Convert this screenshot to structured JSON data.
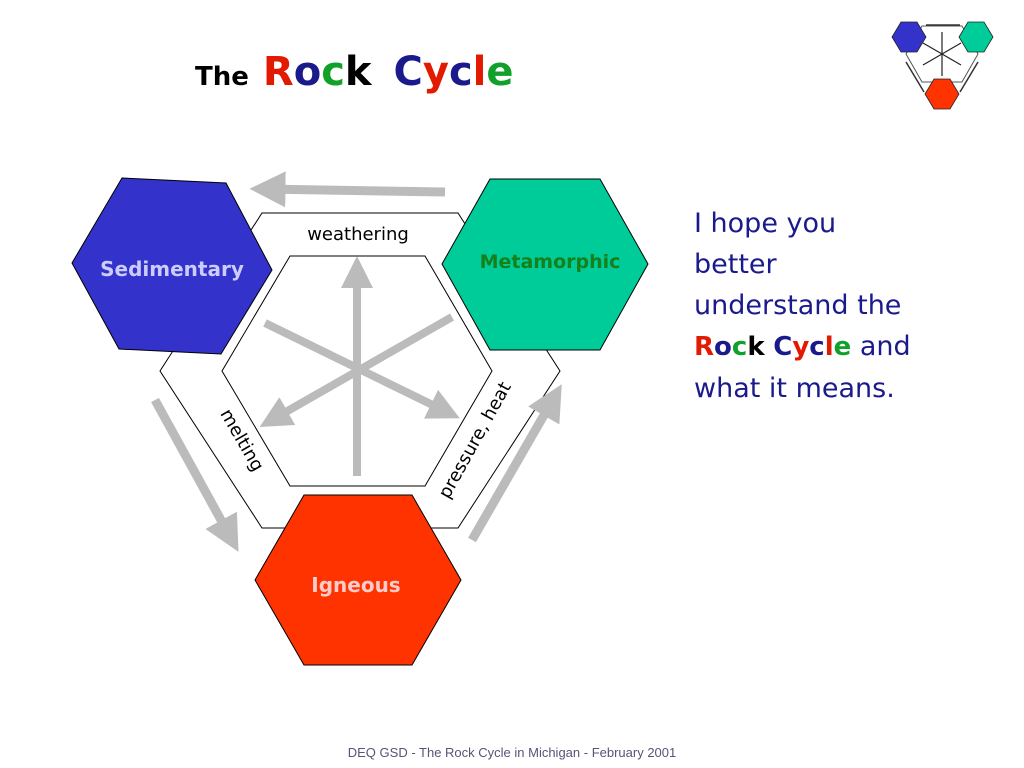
{
  "title": {
    "prefix": "The",
    "word1": [
      "R",
      "o",
      "c",
      "k"
    ],
    "word2": [
      "C",
      "y",
      "c",
      "l",
      "e"
    ]
  },
  "colors": {
    "sedimentary": "#3333cc",
    "metamorphic": "#00cc99",
    "igneous": "#ff3300",
    "arrow": "#bbbbbb",
    "title_red": "#e21b00",
    "title_navy": "#1a1a8c",
    "title_green": "#11a02a"
  },
  "rocks": {
    "sedimentary": "Sedimentary",
    "metamorphic": "Metamorphic",
    "igneous": "Igneous"
  },
  "processes": {
    "weathering": "weathering",
    "melting": "melting",
    "pressure_heat": "pressure, heat"
  },
  "message": {
    "line1": "I hope you",
    "line2": "better",
    "line3": "understand the",
    "rock_cycle": [
      "R",
      "o",
      "c",
      "k",
      "C",
      "y",
      "c",
      "l",
      "e"
    ],
    "and": "and",
    "line5": "what it means."
  },
  "footer": "DEQ GSD - The Rock Cycle in Michigan - February 2001"
}
